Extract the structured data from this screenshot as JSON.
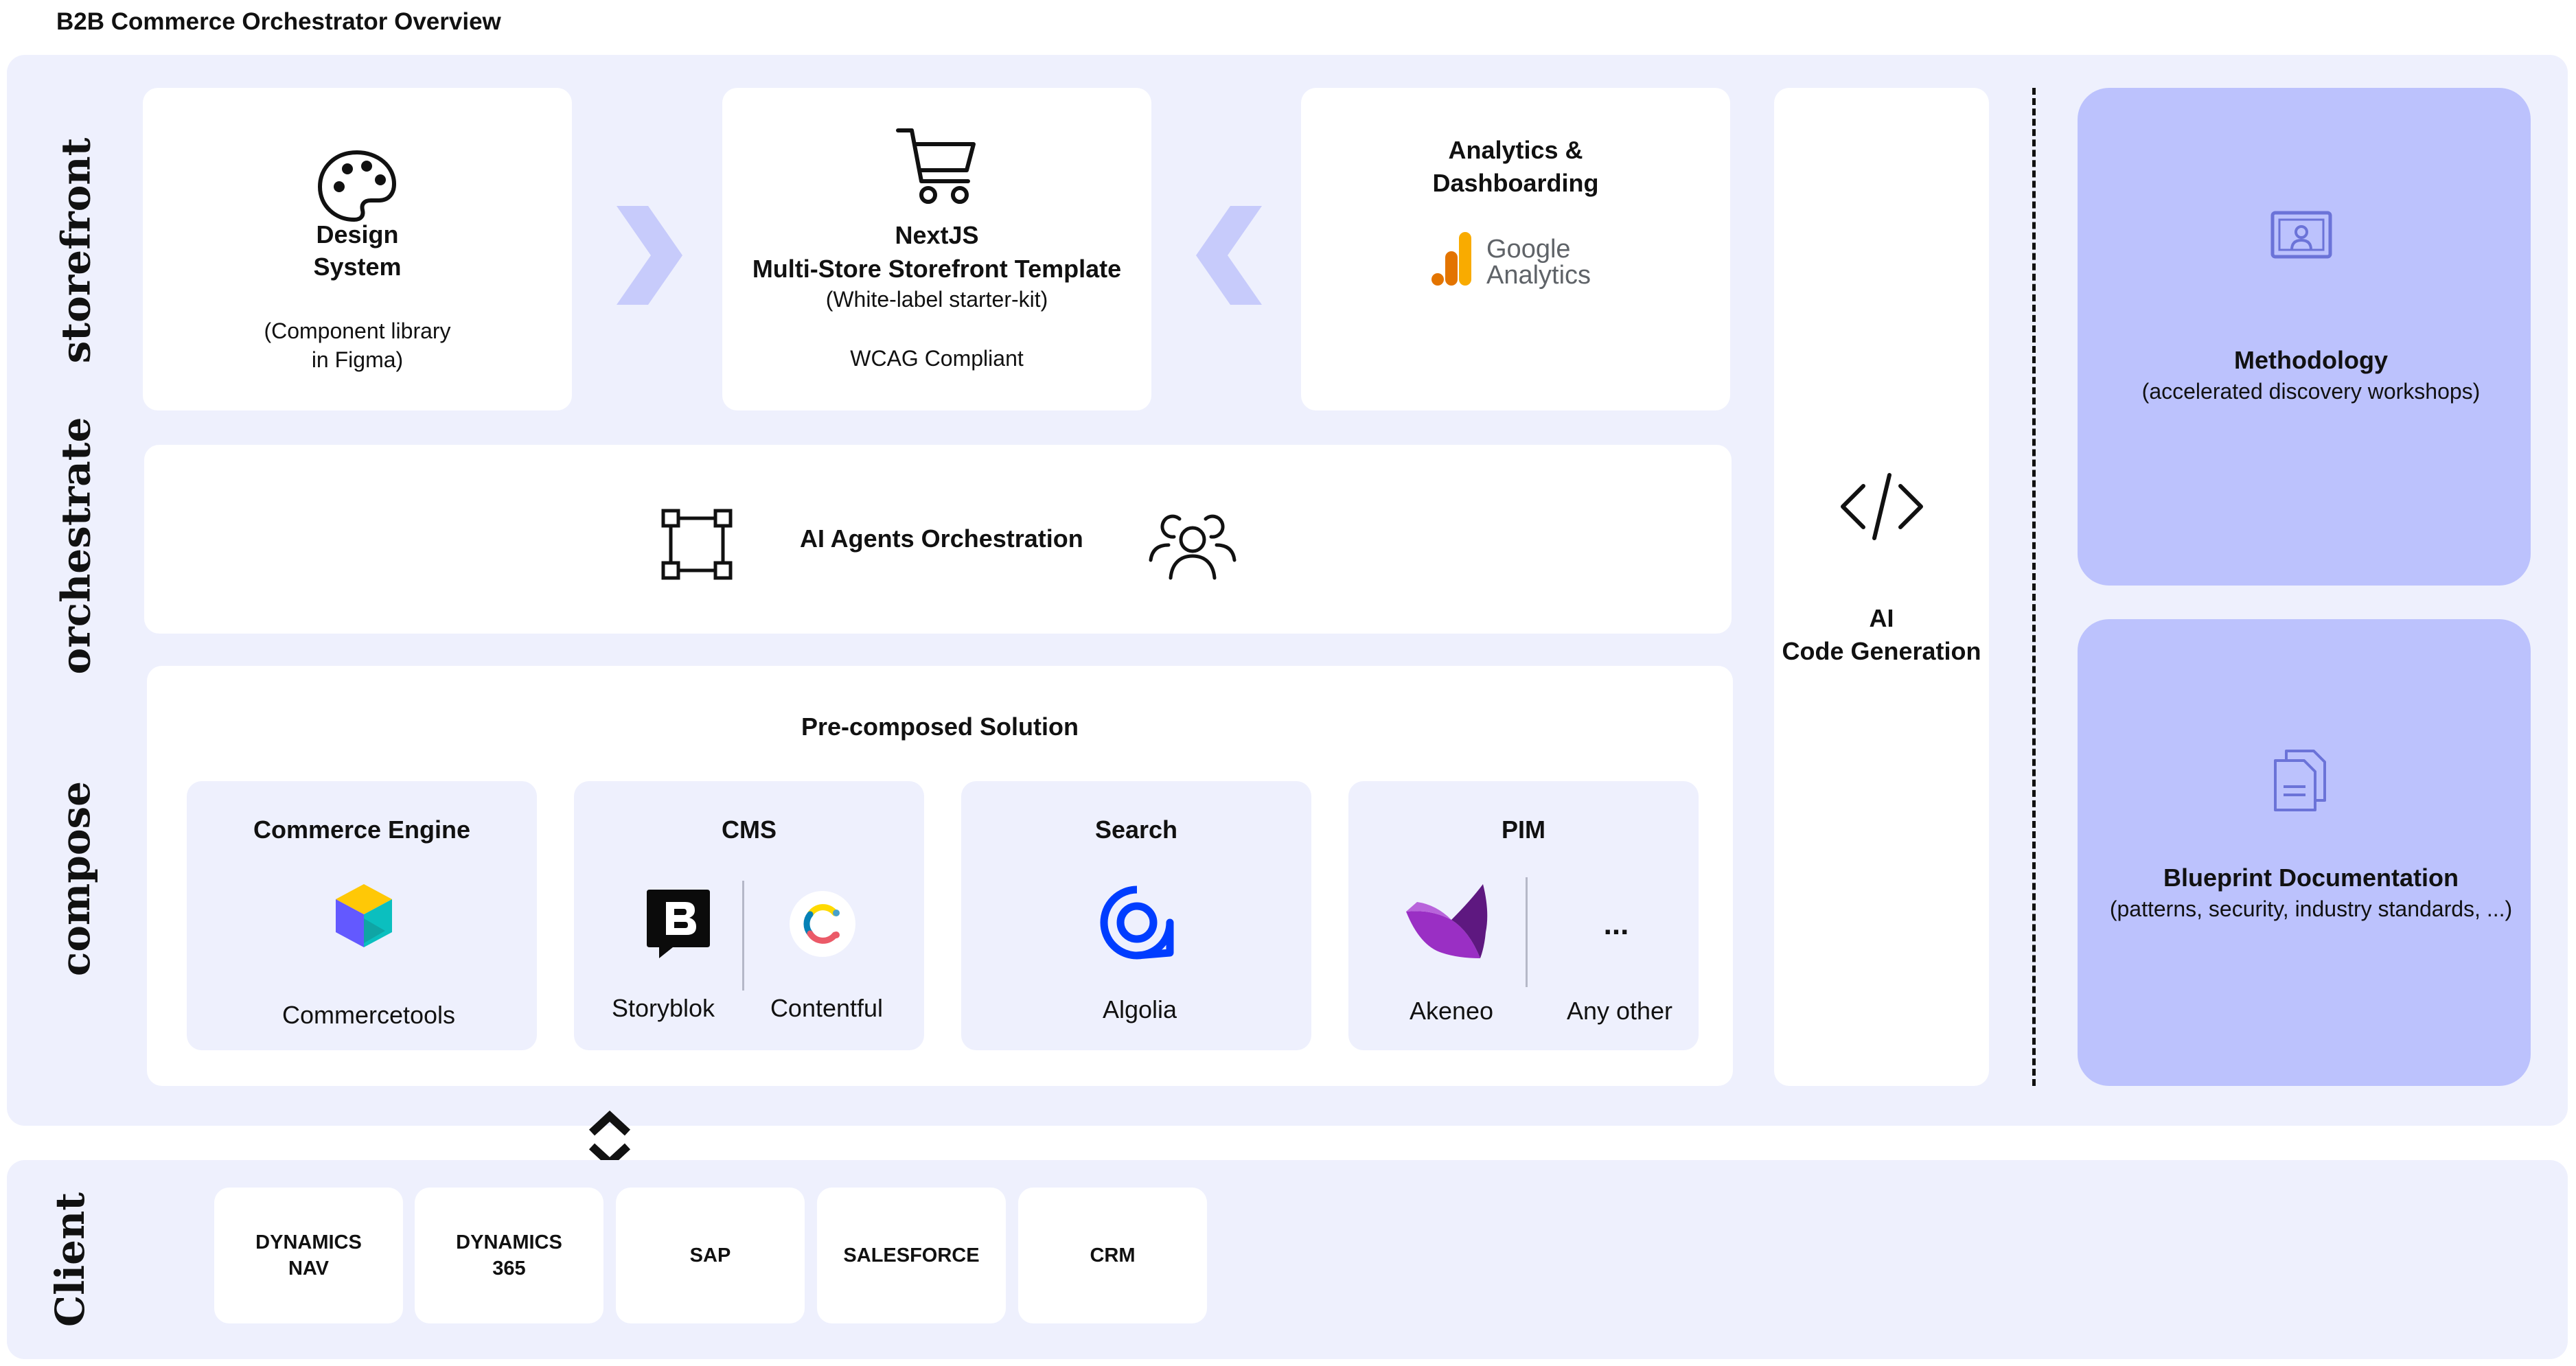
{
  "page_title": "B2B Commerce Orchestrator Overview",
  "layers": {
    "storefront": "storefront",
    "orchestrate": "orchestrate",
    "compose": "compose",
    "client": "Client"
  },
  "storefront": {
    "design_system": {
      "title_line1": "Design",
      "title_line2": "System",
      "desc_line1": "(Component library",
      "desc_line2": "in Figma)"
    },
    "template": {
      "title_line1": "NextJS",
      "title_line2": "Multi-Store Storefront Template",
      "subtitle": "(White-label starter-kit)",
      "note": "WCAG Compliant"
    },
    "analytics": {
      "title_line1": "Analytics &",
      "title_line2": "Dashboarding",
      "logo_line1": "Google",
      "logo_line2": "Analytics"
    }
  },
  "orchestrate": {
    "label": "AI Agents Orchestration"
  },
  "compose": {
    "title": "Pre-composed Solution",
    "commerce": {
      "title": "Commerce Engine",
      "vendor": "Commercetools"
    },
    "cms": {
      "title": "CMS",
      "vendor1": "Storyblok",
      "vendor2": "Contentful"
    },
    "search": {
      "title": "Search",
      "vendor": "Algolia"
    },
    "pim": {
      "title": "PIM",
      "vendor1": "Akeneo",
      "vendor2": "Any other",
      "ellipsis": "..."
    }
  },
  "codegen": {
    "line1": "AI",
    "line2": "Code Generation"
  },
  "side": {
    "methodology": {
      "title": "Methodology",
      "desc": "(accelerated discovery workshops)"
    },
    "blueprint": {
      "title": "Blueprint Documentation",
      "desc": "(patterns, security, industry standards, ...)"
    }
  },
  "client": {
    "systems": [
      {
        "line1": "DYNAMICS",
        "line2": "NAV"
      },
      {
        "line1": "DYNAMICS",
        "line2": "365"
      },
      {
        "line1": "SAP",
        "line2": ""
      },
      {
        "line1": "SALESFORCE",
        "line2": ""
      },
      {
        "line1": "CRM",
        "line2": ""
      }
    ]
  },
  "colors": {
    "panel_background": "#eef0fd",
    "side_card": "#bcc2fd",
    "side_icon": "#6b73d8",
    "arrow": "#c7cbfb",
    "google_orange": "#f9ab00",
    "google_dark_orange": "#e37400",
    "algolia_blue": "#003dff",
    "akeneo_purple": "#8a2bb0"
  }
}
